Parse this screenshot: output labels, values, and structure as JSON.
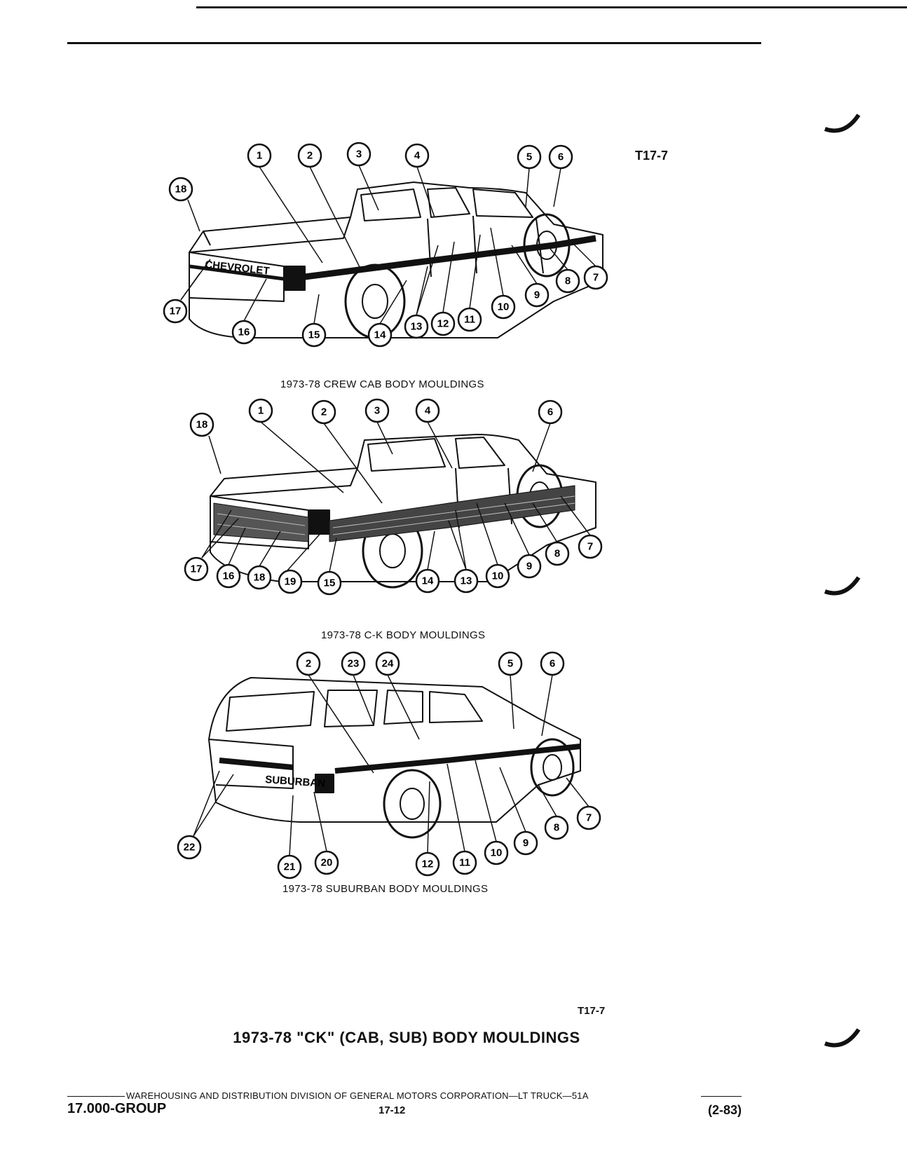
{
  "figure_code_top": "T17-7",
  "figure_code_bottom": "T17-7",
  "figures": [
    {
      "caption": "1973-78 CREW CAB BODY MOULDINGS",
      "badge_text": "CHEVROLET",
      "callouts": [
        "1",
        "2",
        "3",
        "4",
        "5",
        "6",
        "18",
        "17",
        "16",
        "15",
        "14",
        "13",
        "12",
        "11",
        "10",
        "9",
        "8",
        "7"
      ]
    },
    {
      "caption": "1973-78 C-K BODY MOULDINGS",
      "callouts": [
        "1",
        "2",
        "3",
        "4",
        "6",
        "18",
        "17",
        "16",
        "18",
        "19",
        "15",
        "14",
        "13",
        "10",
        "9",
        "8",
        "7"
      ]
    },
    {
      "caption": "1973-78 SUBURBAN BODY MOULDINGS",
      "badge_text": "SUBURBAN",
      "callouts": [
        "2",
        "23",
        "24",
        "5",
        "6",
        "22",
        "21",
        "20",
        "12",
        "11",
        "10",
        "9",
        "8",
        "7"
      ]
    }
  ],
  "main_title": "1973-78 \"CK\" (CAB, SUB) BODY MOULDINGS",
  "footer": {
    "division_line": "WAREHOUSING AND DISTRIBUTION  DIVISION OF GENERAL MOTORS CORPORATION—LT TRUCK—51A",
    "group": "17.000-GROUP",
    "page": "17-12",
    "date": "(2-83)"
  }
}
